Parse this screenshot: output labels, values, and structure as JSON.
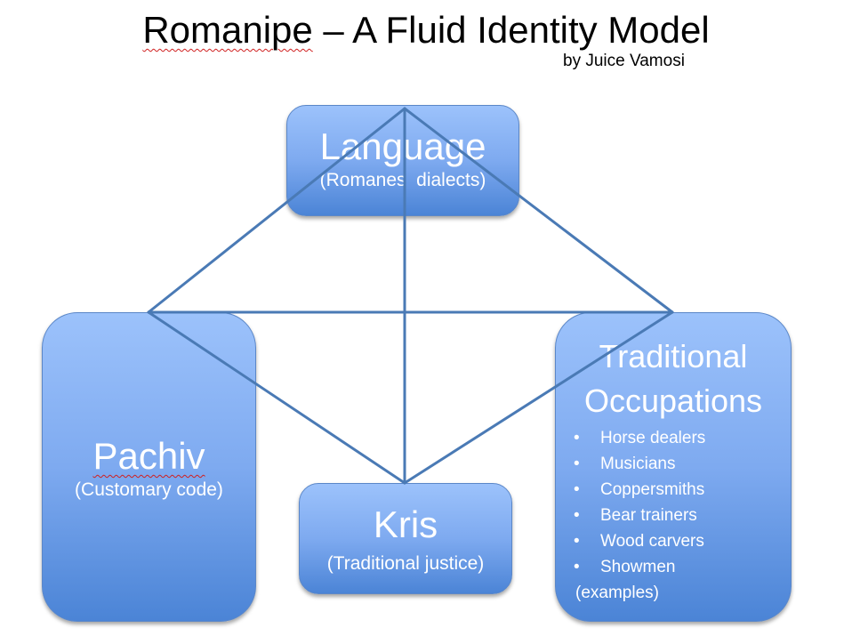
{
  "title": {
    "main_spellflag": "Romanipe",
    "main_rest": " – A Fluid Identity Model",
    "author": "by Juice Vamosi"
  },
  "boxes": {
    "language": {
      "heading": "Language",
      "subtitle": "(Romanes  dialects)"
    },
    "pachiv": {
      "heading": "Pachiv",
      "subtitle": "(Customary code)"
    },
    "kris": {
      "heading": "Kris",
      "subtitle": "(Traditional justice)"
    },
    "occupations": {
      "heading_line1": "Traditional",
      "heading_line2": "Occupations",
      "bullet": "•",
      "items": [
        "Horse dealers",
        "Musicians",
        "Coppersmiths",
        "Bear trainers",
        "Wood carvers",
        "Showmen"
      ],
      "footnote": "(examples)"
    }
  },
  "colors": {
    "connector_line": "#4a7ab5",
    "box_top": "#9cc2fb",
    "box_bottom": "#4b84d6"
  }
}
